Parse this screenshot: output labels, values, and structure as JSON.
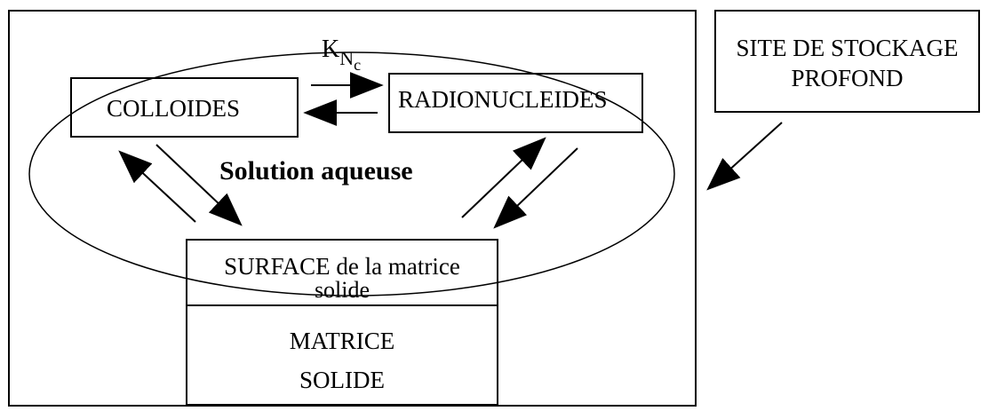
{
  "rate_constant": {
    "symbol": "K",
    "subscript": "N",
    "sub_subscript": "c"
  },
  "nodes": {
    "colloides": "COLLOIDES",
    "radionucleides": "RADIONUCLEIDES",
    "solution": "Solution aqueuse",
    "surface_line1": "SURFACE de la matrice",
    "surface_line2": "solide",
    "matrice_line1": "MATRICE",
    "matrice_line2": "SOLIDE",
    "site_line1": "SITE DE STOCKAGE",
    "site_line2": "PROFOND"
  }
}
